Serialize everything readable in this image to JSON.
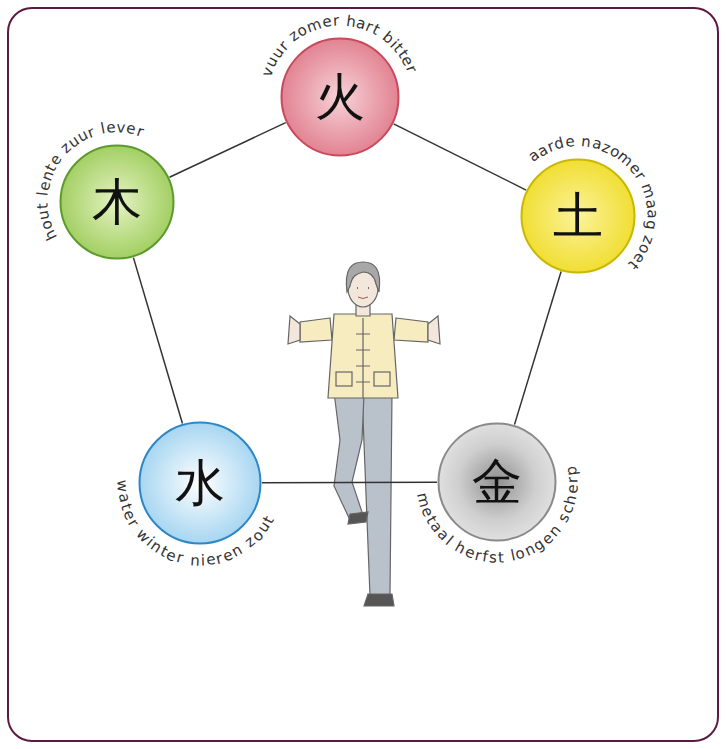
{
  "diagram": {
    "nodes": [
      {
        "text": [
          "火",
          "vuur zomer hart bitter"
        ]
      },
      {
        "text": [
          "土",
          "aarde nazomer maag zoet"
        ]
      },
      {
        "text": [
          "金",
          "metaal herfst longen scherp"
        ]
      },
      {
        "text": [
          "水",
          "water winter nieren zout"
        ]
      },
      {
        "text": [
          "木",
          "hout lente zuur lever"
        ]
      }
    ],
    "edges": [
      {
        "from": 0,
        "to": 1,
        "arrow": "none"
      },
      {
        "from": 1,
        "to": 2,
        "arrow": "none"
      },
      {
        "from": 2,
        "to": 3,
        "arrow": "none"
      },
      {
        "from": 3,
        "to": 4,
        "arrow": "none"
      },
      {
        "from": 4,
        "to": 0,
        "arrow": "none"
      }
    ]
  }
}
